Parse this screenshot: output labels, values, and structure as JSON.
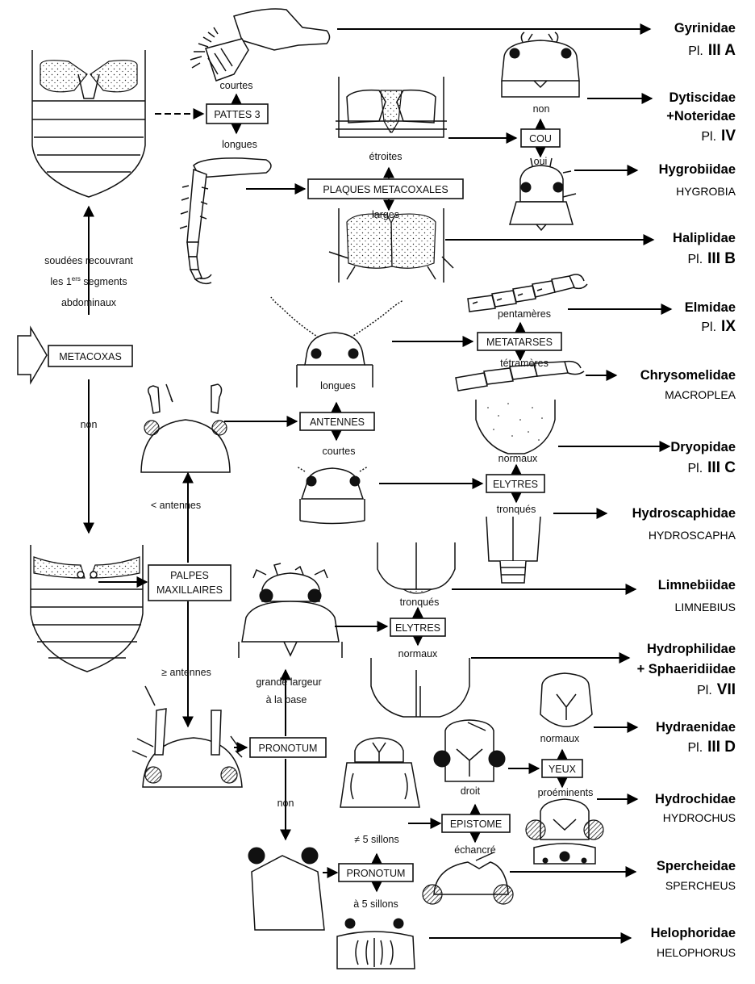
{
  "boxes": {
    "metacoxas": "METACOXAS",
    "pattes": "PATTES 3",
    "plaques": "PLAQUES METACOXALES",
    "cou": "COU",
    "antennes": "ANTENNES",
    "metatarses": "METATARSES",
    "elytres1": "ELYTRES",
    "palpes_line1": "PALPES",
    "palpes_line2": "MAXILLAIRES",
    "elytres2": "ELYTRES",
    "pronotum1": "PRONOTUM",
    "yeux": "YEUX",
    "epistome": "EPISTOME",
    "pronotum2": "PRONOTUM"
  },
  "labels": {
    "soudees_1": "soudées recouvrant",
    "soudees_2a": "les 1",
    "soudees_2sup": "ers",
    "soudees_2b": " segments",
    "soudees_3": "abdominaux",
    "non_meta": "non",
    "courtes_pattes": "courtes",
    "longues_pattes": "longues",
    "etroites": "étroites",
    "larges": "larges",
    "non_cou": "non",
    "oui_cou": "oui",
    "longues_ant": "longues",
    "courtes_ant": "courtes",
    "pentameres": "pentamères",
    "tetrameres": "tétramères",
    "normaux_ely1": "normaux",
    "tronques_ely1": "tronqués",
    "lt_antennes": "< antennes",
    "ge_antennes": "≥ antennes",
    "tronques_ely2": "tronqués",
    "normaux_ely2": "normaux",
    "grande_1": "grande largeur",
    "grande_2": "à la base",
    "non_pron": "non",
    "normaux_yeux": "normaux",
    "droit": "droit",
    "proeminents": "proéminents",
    "echancre": "échancré",
    "ne5": "≠ 5 sillons",
    "a5": "à  5  sillons"
  },
  "families": {
    "gyrinidae": {
      "name": "Gyrinidae",
      "pl_prefix": "Pl.",
      "pl_num": "III A"
    },
    "dytiscidae": {
      "name": "Dytiscidae",
      "name2": "+Noteridae",
      "pl_prefix": "Pl.",
      "pl_num": "IV"
    },
    "hygrobiidae": {
      "name": "Hygrobiidae",
      "sub": "HYGROBIA"
    },
    "haliplidae": {
      "name": "Haliplidae",
      "pl_prefix": "Pl.",
      "pl_num": "III B"
    },
    "elmidae": {
      "name": "Elmidae",
      "pl_prefix": "Pl.",
      "pl_num": "IX"
    },
    "chrysomelidae": {
      "name": "Chrysomelidae",
      "sub": "MACROPLEA"
    },
    "dryopidae": {
      "name": "Dryopidae",
      "pl_prefix": "Pl.",
      "pl_num": "III C"
    },
    "hydroscaphidae": {
      "name": "Hydroscaphidae",
      "sub": "HYDROSCAPHA"
    },
    "limnebiidae": {
      "name": "Limnebiidae",
      "sub": "LIMNEBIUS"
    },
    "hydrophilidae": {
      "name": "Hydrophilidae",
      "name2": "+ Sphaeridiidae",
      "pl_prefix": "Pl.",
      "pl_num": "VII"
    },
    "hydraenidae": {
      "name": "Hydraenidae",
      "pl_prefix": "Pl.",
      "pl_num": "III D"
    },
    "hydrochidae": {
      "name": "Hydrochidae",
      "sub": "HYDROCHUS"
    },
    "spercheidae": {
      "name": "Spercheidae",
      "sub": "SPERCHEUS"
    },
    "helophoridae": {
      "name": "Helophoridae",
      "sub": "HELOPHORUS"
    }
  }
}
